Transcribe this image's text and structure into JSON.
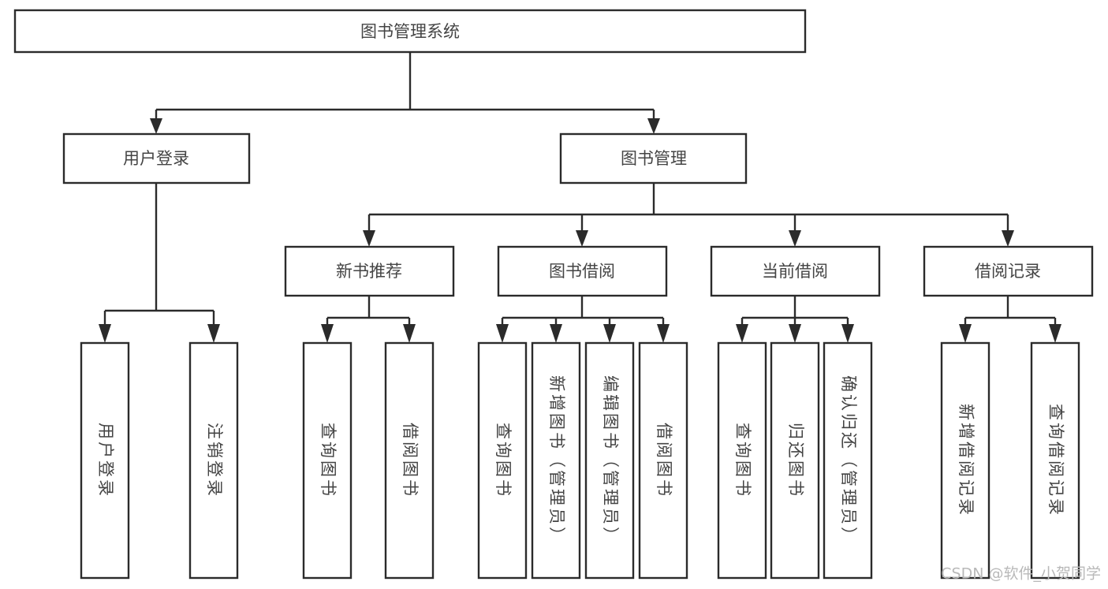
{
  "diagram": {
    "title": "图书管理系统",
    "type": "tree-hierarchy-chart",
    "watermark": "CSDN @软件_小贺同学",
    "colors": {
      "box_fill": "#ffffff",
      "box_stroke": "#2b2b2b",
      "label_text": "#444444",
      "watermark_text": "#b9b9b9",
      "background": "#ffffff"
    },
    "root": {
      "label": "图书管理系统"
    },
    "level2": [
      {
        "label": "用户登录"
      },
      {
        "label": "图书管理"
      }
    ],
    "level3": [
      {
        "label": "新书推荐"
      },
      {
        "label": "图书借阅"
      },
      {
        "label": "当前借阅"
      },
      {
        "label": "借阅记录"
      }
    ],
    "leaves": {
      "user_login": [
        {
          "label": "用户登录"
        },
        {
          "label": "注销登录"
        }
      ],
      "new_book_recommend": [
        {
          "label": "查询图书"
        },
        {
          "label": "借阅图书"
        }
      ],
      "book_borrow": [
        {
          "label": "查询图书"
        },
        {
          "label": "新增图书（管理员）"
        },
        {
          "label": "编辑图书（管理员）"
        },
        {
          "label": "借阅图书"
        }
      ],
      "current_borrow": [
        {
          "label": "查询图书"
        },
        {
          "label": "归还图书"
        },
        {
          "label": "确认归还（管理员）"
        }
      ],
      "borrow_record": [
        {
          "label": "新增借阅记录"
        },
        {
          "label": "查询借阅记录"
        }
      ]
    }
  }
}
